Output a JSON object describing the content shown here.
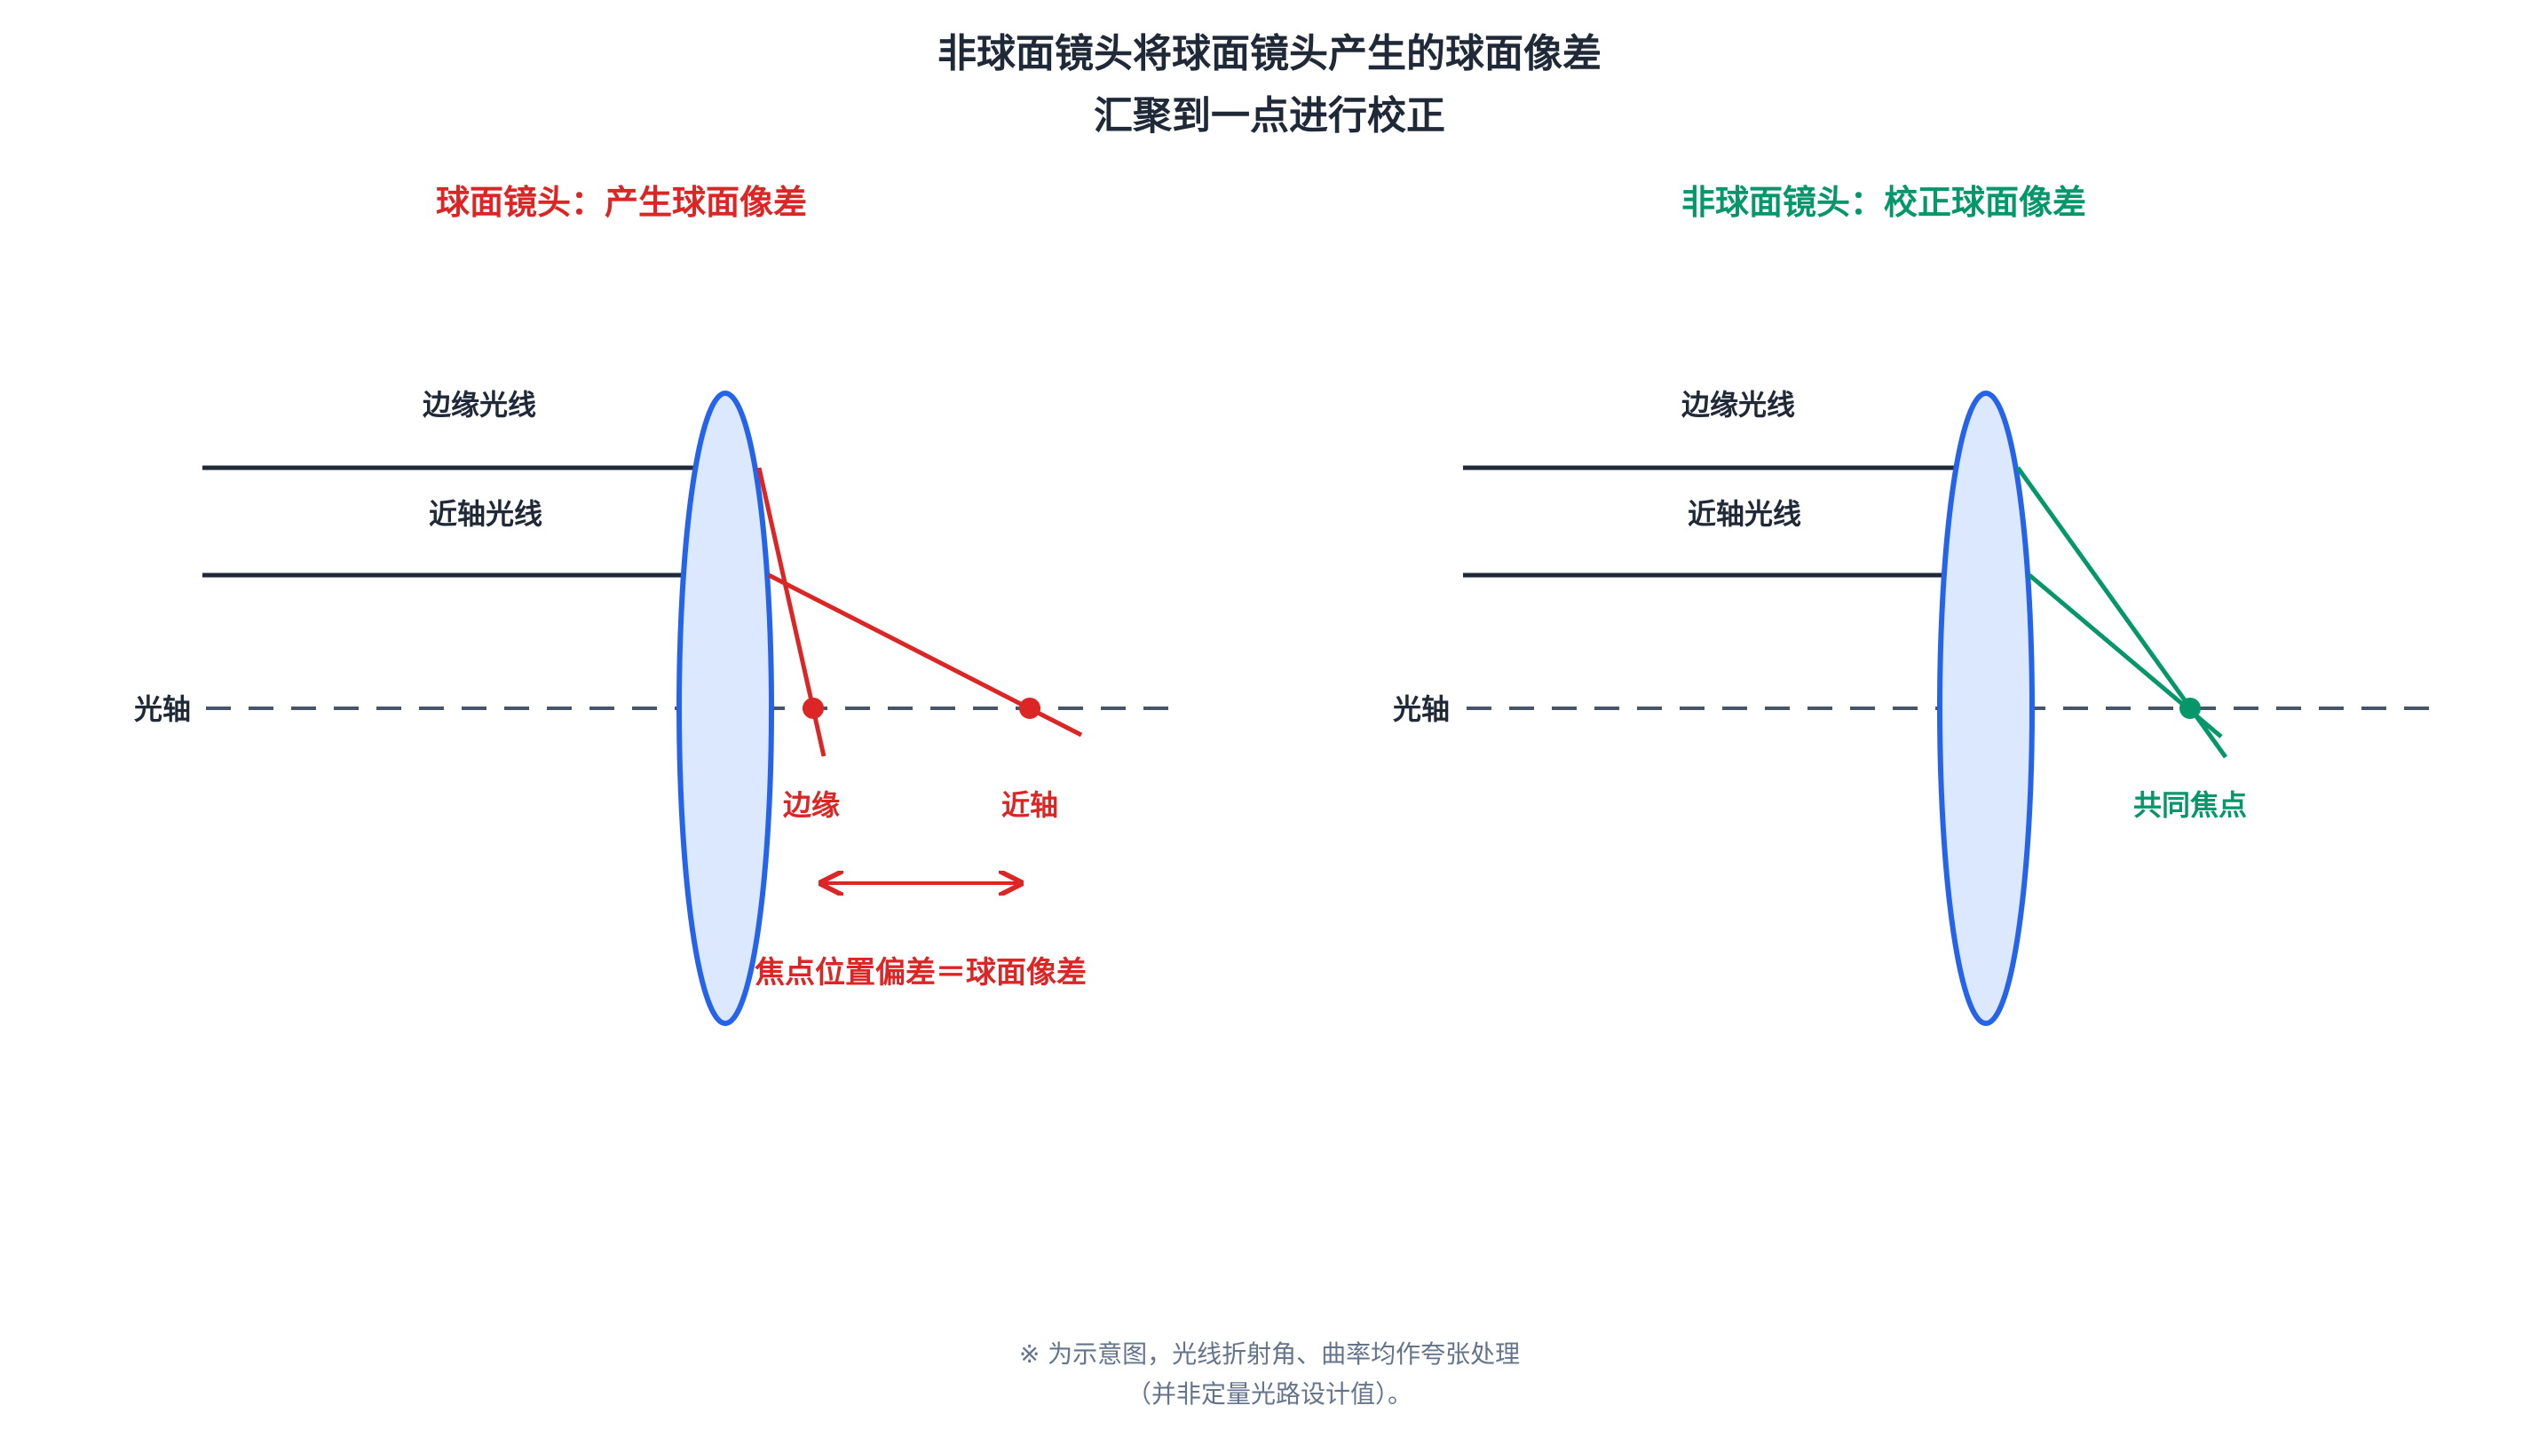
{
  "title": {
    "line1": "非球面镜头将球面镜头产生的球面像差",
    "line2": "汇聚到一点进行校正"
  },
  "colors": {
    "text_dark": "#1f2937",
    "red": "#dc2626",
    "green": "#059669",
    "lens_stroke": "#2563eb",
    "lens_fill": "#dbe8fd",
    "axis": "#475569",
    "note": "#64748b"
  },
  "left_panel": {
    "heading": "球面镜头：产生球面像差",
    "marginal_ray_label": "边缘光线",
    "paraxial_ray_label": "近轴光线",
    "axis_label": "光轴",
    "marginal_focus_label": "边缘",
    "paraxial_focus_label": "近轴",
    "offset_label": "焦点位置偏差＝球面像差"
  },
  "right_panel": {
    "heading": "非球面镜头：校正球面像差",
    "marginal_ray_label": "边缘光线",
    "paraxial_ray_label": "近轴光线",
    "axis_label": "光轴",
    "focus_label": "共同焦点"
  },
  "note": {
    "line1": "※ 为示意图，光线折射角、曲率均作夸张处理",
    "line2": "（并非定量光路设计值）。"
  }
}
